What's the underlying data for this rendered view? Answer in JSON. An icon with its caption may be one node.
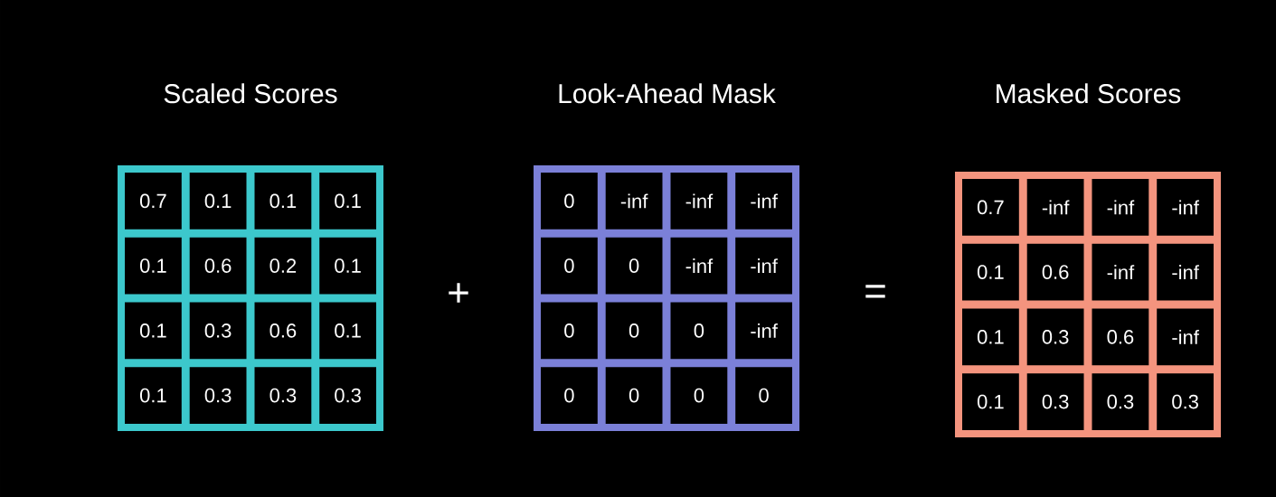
{
  "diagram": {
    "nodes": [
      {
        "text": [
          "Scaled Scores"
        ]
      },
      {
        "text": [
          "0.7"
        ],
        "in": 0
      },
      {
        "text": [
          "0.1"
        ],
        "in": 0
      },
      {
        "text": [
          "0.1"
        ],
        "in": 0
      },
      {
        "text": [
          "0.1"
        ],
        "in": 0
      },
      {
        "text": [
          "0.1"
        ],
        "in": 0
      },
      {
        "text": [
          "0.6"
        ],
        "in": 0
      },
      {
        "text": [
          "0.2"
        ],
        "in": 0
      },
      {
        "text": [
          "0.1"
        ],
        "in": 0
      },
      {
        "text": [
          "0.1"
        ],
        "in": 0
      },
      {
        "text": [
          "0.3"
        ],
        "in": 0
      },
      {
        "text": [
          "0.6"
        ],
        "in": 0
      },
      {
        "text": [
          "0.1"
        ],
        "in": 0
      },
      {
        "text": [
          "0.1"
        ],
        "in": 0
      },
      {
        "text": [
          "0.3"
        ],
        "in": 0
      },
      {
        "text": [
          "0.3"
        ],
        "in": 0
      },
      {
        "text": [
          "0.3"
        ],
        "in": 0
      },
      {
        "text": [
          "Look-Ahead Mask"
        ]
      },
      {
        "text": [
          "0"
        ],
        "in": 17
      },
      {
        "text": [
          "-inf"
        ],
        "in": 17
      },
      {
        "text": [
          "-inf"
        ],
        "in": 17
      },
      {
        "text": [
          "-inf"
        ],
        "in": 17
      },
      {
        "text": [
          "0"
        ],
        "in": 17
      },
      {
        "text": [
          "0"
        ],
        "in": 17
      },
      {
        "text": [
          "-inf"
        ],
        "in": 17
      },
      {
        "text": [
          "-inf"
        ],
        "in": 17
      },
      {
        "text": [
          "0"
        ],
        "in": 17
      },
      {
        "text": [
          "0"
        ],
        "in": 17
      },
      {
        "text": [
          "0"
        ],
        "in": 17
      },
      {
        "text": [
          "-inf"
        ],
        "in": 17
      },
      {
        "text": [
          "0"
        ],
        "in": 17
      },
      {
        "text": [
          "0"
        ],
        "in": 17
      },
      {
        "text": [
          "0"
        ],
        "in": 17
      },
      {
        "text": [
          "0"
        ],
        "in": 17
      },
      {
        "text": [
          "Masked Scores"
        ]
      },
      {
        "text": [
          "0.7"
        ],
        "in": 34
      },
      {
        "text": [
          "-inf"
        ],
        "in": 34
      },
      {
        "text": [
          "-inf"
        ],
        "in": 34
      },
      {
        "text": [
          "-inf"
        ],
        "in": 34
      },
      {
        "text": [
          "0.1"
        ],
        "in": 34
      },
      {
        "text": [
          "0.6"
        ],
        "in": 34
      },
      {
        "text": [
          "-inf"
        ],
        "in": 34
      },
      {
        "text": [
          "-inf"
        ],
        "in": 34
      },
      {
        "text": [
          "0.1"
        ],
        "in": 34
      },
      {
        "text": [
          "0.3"
        ],
        "in": 34
      },
      {
        "text": [
          "0.6"
        ],
        "in": 34
      },
      {
        "text": [
          "-inf"
        ],
        "in": 34
      },
      {
        "text": [
          "0.1"
        ],
        "in": 34
      },
      {
        "text": [
          "0.3"
        ],
        "in": 34
      },
      {
        "text": [
          "0.3"
        ],
        "in": 34
      },
      {
        "text": [
          "0.3"
        ],
        "in": 34
      }
    ],
    "labels": [
      "+",
      "="
    ]
  }
}
